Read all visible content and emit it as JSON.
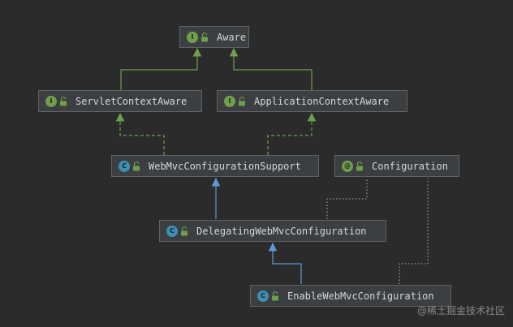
{
  "diagram": {
    "nodes": {
      "aware": {
        "kind": "interface",
        "kind_glyph": "I",
        "label": "Aware"
      },
      "servlet_context_aware": {
        "kind": "interface",
        "kind_glyph": "I",
        "label": "ServletContextAware"
      },
      "application_context_aware": {
        "kind": "interface",
        "kind_glyph": "I",
        "label": "ApplicationContextAware"
      },
      "web_mvc_configuration_support": {
        "kind": "class",
        "kind_glyph": "C",
        "label": "WebMvcConfigurationSupport"
      },
      "configuration": {
        "kind": "annotation",
        "kind_glyph": "@",
        "label": "Configuration"
      },
      "delegating_web_mvc_configuration": {
        "kind": "class",
        "kind_glyph": "C",
        "label": "DelegatingWebMvcConfiguration"
      },
      "enable_web_mvc_configuration": {
        "kind": "class",
        "kind_glyph": "C",
        "label": "EnableWebMvcConfiguration"
      }
    },
    "edges": [
      {
        "from": "servlet_context_aware",
        "to": "aware",
        "type": "extends-interface"
      },
      {
        "from": "application_context_aware",
        "to": "aware",
        "type": "extends-interface"
      },
      {
        "from": "web_mvc_configuration_support",
        "to": "servlet_context_aware",
        "type": "implements"
      },
      {
        "from": "web_mvc_configuration_support",
        "to": "application_context_aware",
        "type": "implements"
      },
      {
        "from": "delegating_web_mvc_configuration",
        "to": "web_mvc_configuration_support",
        "type": "extends"
      },
      {
        "from": "enable_web_mvc_configuration",
        "to": "delegating_web_mvc_configuration",
        "type": "extends"
      },
      {
        "from": "delegating_web_mvc_configuration",
        "to": "configuration",
        "type": "annotated-with"
      },
      {
        "from": "enable_web_mvc_configuration",
        "to": "configuration",
        "type": "annotated-with"
      }
    ],
    "colors": {
      "background": "#2b2b2b",
      "node_fill": "#3c3f41",
      "node_border": "#5f6366",
      "interface_edge": "#6f9f4c",
      "class_edge": "#5b9bd5",
      "annotation_edge": "#9a9a9a",
      "interface_badge": "#6f9f4c",
      "class_badge": "#3d8fb4"
    }
  },
  "watermark": "@稀土掘金技术社区"
}
